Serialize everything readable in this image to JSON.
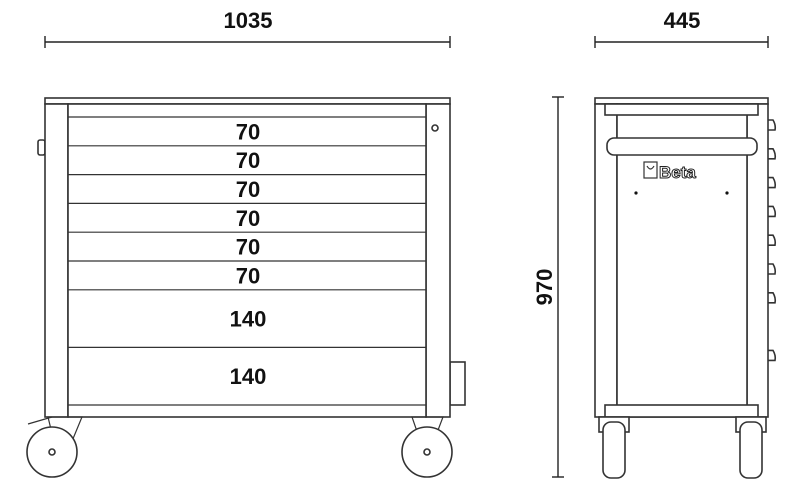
{
  "dimensions": {
    "width": "1035",
    "depth": "445",
    "height": "970"
  },
  "drawers": [
    {
      "height": "70"
    },
    {
      "height": "70"
    },
    {
      "height": "70"
    },
    {
      "height": "70"
    },
    {
      "height": "70"
    },
    {
      "height": "70"
    },
    {
      "height": "140"
    },
    {
      "height": "140"
    }
  ],
  "side_view": {
    "logo": "Beta"
  },
  "colors": {
    "line": "#333333",
    "background": "#ffffff"
  }
}
